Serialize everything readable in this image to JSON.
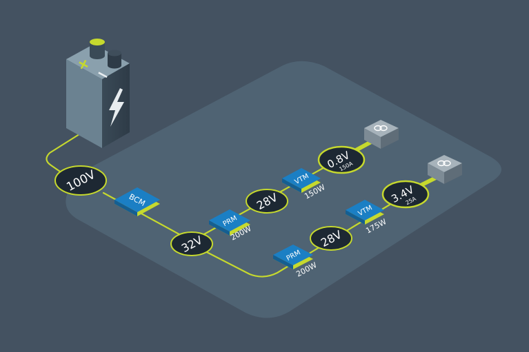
{
  "colors": {
    "background": "#445261",
    "platform": "#4f6373",
    "wire": "#c6d92e",
    "node_fill": "#1d2833",
    "module_blue": "#1b7fc4",
    "battery_body": "#6b8291"
  },
  "battery": {
    "plus_symbol": "+",
    "minus_symbol": "−",
    "icon": "lightning-bolt-icon"
  },
  "nodes": {
    "input": "100V",
    "bus": "32V",
    "rail_a_mid": "28V",
    "rail_b_mid": "28V",
    "rail_a_out": "0.8V",
    "rail_a_out_current": "150A",
    "rail_b_out": "3.4V",
    "rail_b_out_current": "25A"
  },
  "modules": {
    "bcm": "BCM",
    "prm_a": "PRM",
    "prm_a_power": "200W",
    "vtm_a": "VTM",
    "vtm_a_power": "150W",
    "prm_b": "PRM",
    "prm_b_power": "200W",
    "vtm_b": "VTM",
    "vtm_b_power": "175W"
  },
  "loads": {
    "load_a_icon": "processor-load-icon",
    "load_b_icon": "processor-load-icon"
  }
}
